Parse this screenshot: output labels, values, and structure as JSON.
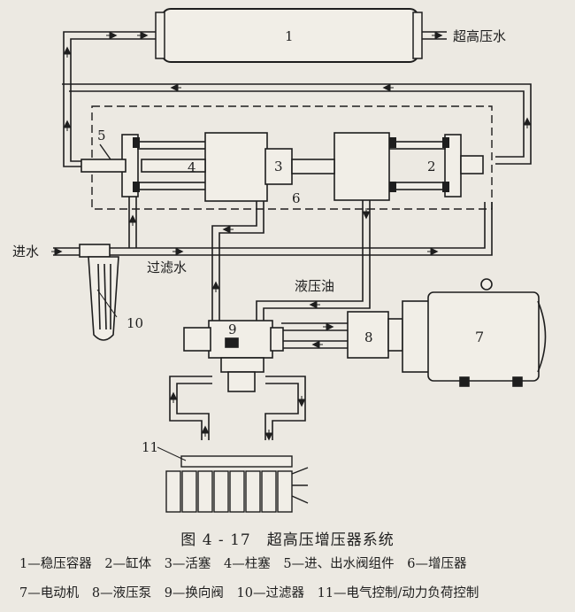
{
  "labels": {
    "n1": "1",
    "n2": "2",
    "n3": "3",
    "n4": "4",
    "n5": "5",
    "n6": "6",
    "n7": "7",
    "n8": "8",
    "n9": "9",
    "n10": "10",
    "n11": "11",
    "ultra_water": "超高压水",
    "water_in": "进水",
    "filtered_water": "过滤水",
    "hydraulic_oil": "液压油"
  },
  "caption": "图 4 - 17　超高压增压器系统",
  "legend": [
    [
      "1—稳压容器",
      "2—缸体",
      "3—活塞",
      "4—柱塞",
      "5—进、出水阀组件",
      "6—增压器"
    ],
    [
      "7—电动机",
      "8—液压泵",
      "9—换向阀",
      "10—过滤器",
      "11—电气控制/动力负荷控制"
    ]
  ]
}
